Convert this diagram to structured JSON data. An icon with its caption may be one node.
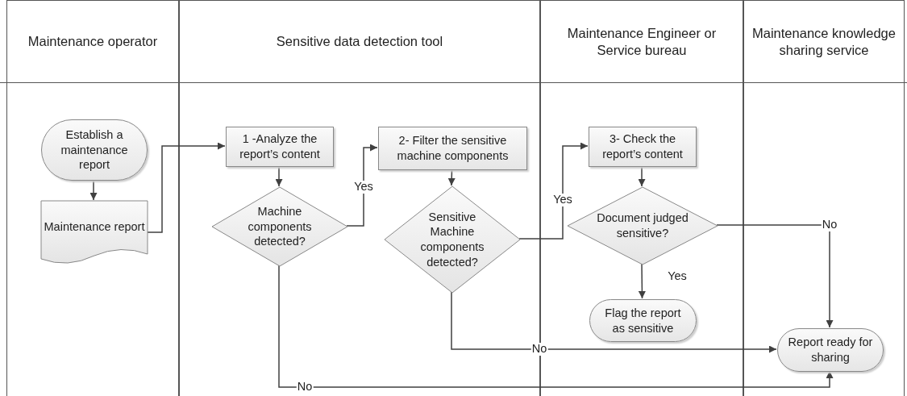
{
  "diagram": {
    "nodes": [
      {
        "text": [
          "Maintenance operator"
        ]
      },
      {
        "text": [
          "Sensitive data detection tool"
        ]
      },
      {
        "text": [
          "Maintenance Engineer or Service bureau"
        ]
      },
      {
        "text": [
          "Maintenance knowledge sharing service"
        ]
      },
      {
        "text": [
          "Establish a maintenance report"
        ],
        "in": 0
      },
      {
        "text": [
          "Maintenance report"
        ],
        "in": 0
      },
      {
        "text": [
          "1 -Analyze the report’s content"
        ],
        "in": 1
      },
      {
        "text": [
          "Machine components detected?"
        ],
        "in": 1
      },
      {
        "text": [
          "2- Filter the sensitive machine components"
        ],
        "in": 1
      },
      {
        "text": [
          "Sensitive Machine components detected?"
        ],
        "in": 1
      },
      {
        "text": [
          "3- Check the report’s content"
        ],
        "in": 2
      },
      {
        "text": [
          "Document judged sensitive?"
        ],
        "in": 2
      },
      {
        "text": [
          "Flag the report as sensitive"
        ],
        "in": 2
      },
      {
        "text": [
          "Report ready for sharing"
        ],
        "in": 3
      }
    ],
    "edges": [
      {
        "from": 4,
        "to": 5,
        "arrow": "to"
      },
      {
        "from": 5,
        "to": 6,
        "arrow": "to"
      },
      {
        "from": 6,
        "to": 7,
        "arrow": "to"
      },
      {
        "from": 7,
        "to": 8,
        "arrow": "to",
        "label": "Yes"
      },
      {
        "from": 7,
        "to": 13,
        "arrow": "to",
        "label": "No"
      },
      {
        "from": 8,
        "to": 9,
        "arrow": "to"
      },
      {
        "from": 9,
        "to": 10,
        "arrow": "to",
        "label": "Yes"
      },
      {
        "from": 9,
        "to": 13,
        "arrow": "to",
        "label": "No"
      },
      {
        "from": 10,
        "to": 11,
        "arrow": "to"
      },
      {
        "from": 11,
        "to": 12,
        "arrow": "to",
        "label": "Yes"
      },
      {
        "from": 11,
        "to": 13,
        "arrow": "to",
        "label": "No"
      }
    ]
  }
}
